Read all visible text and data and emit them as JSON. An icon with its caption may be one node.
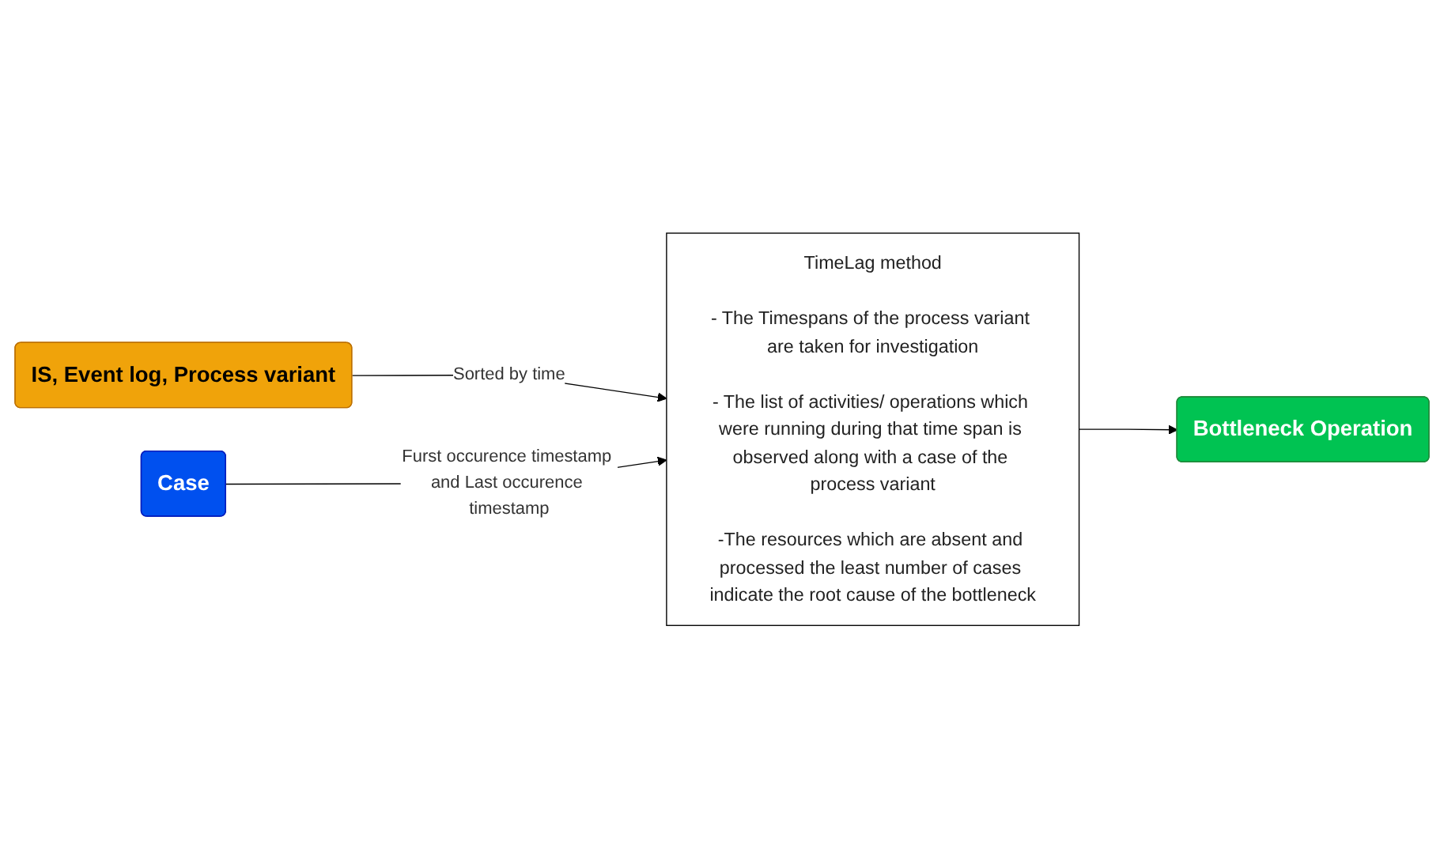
{
  "diagram": {
    "nodes": [
      {
        "text": [
          "IS, Event log, Process variant"
        ]
      },
      {
        "text": [
          "TimeLag method",
          "- The Timespans of the process variant are taken for investigation",
          "- The list of activities/ operations which were running during that time span is observed along with a case of the process variant",
          "-The resources which are absent and processed the least number of cases indicate the root cause of the bottleneck"
        ]
      },
      {
        "text": [
          "Case"
        ]
      },
      {
        "text": [
          "Bottleneck Operation"
        ]
      }
    ],
    "edges": [
      {
        "from": 0,
        "to": 1,
        "arrow": "to",
        "label": "Sorted by time"
      },
      {
        "from": 2,
        "to": 1,
        "arrow": "to",
        "label": "Furst occurence timestamp and Last occurence timestamp"
      },
      {
        "from": 1,
        "to": 3,
        "arrow": "to"
      }
    ]
  }
}
